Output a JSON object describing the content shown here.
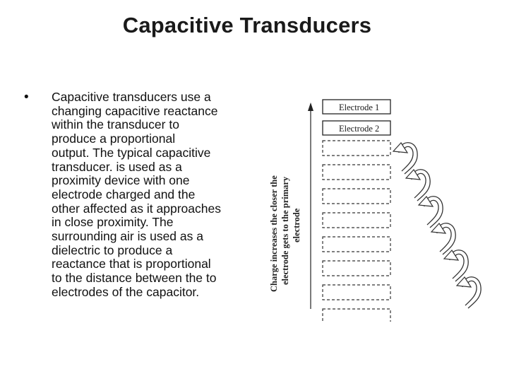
{
  "slide": {
    "title": "Capacitive Transducers",
    "bullet": "Capacitive transducers use a\nchanging capacitive reactance\nwithin the transducer to\nproduce a proportional\noutput. The typical capacitive\ntransducer. is used as a\nproximity device with one\nelectrode charged and the\nother affected as it approaches\nin close proximity. The\nsurrounding air is used as a\ndielectric to produce a\nreactance that is proportional\nto the distance between the to\nelectrodes of the capacitor."
  },
  "figure": {
    "electrode1_label": "Electrode 1",
    "electrode2_label": "Electrode 2",
    "vertical_label_line1": "Charge increases the closer the",
    "vertical_label_line2": "electrode gets to the primary",
    "vertical_label_line3": "electrode",
    "dashed_plate_count": 8
  }
}
